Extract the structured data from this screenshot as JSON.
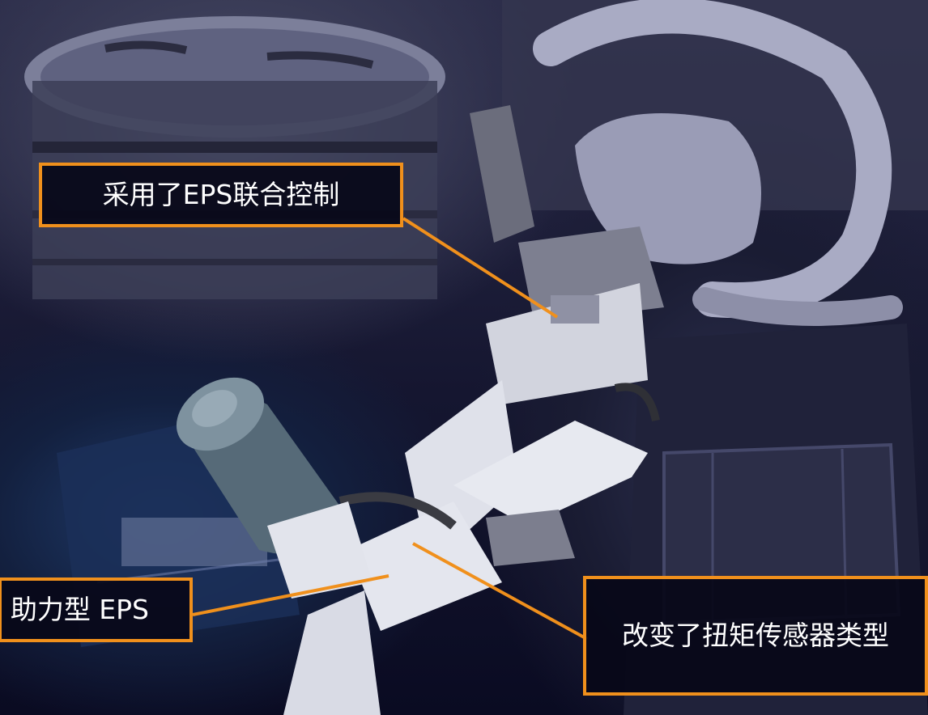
{
  "labels": {
    "eps_joint_control": "采用了EPS联合控制",
    "assist_type": "助力型 EPS",
    "torque_sensor": "改变了扭矩传感器类型"
  },
  "colors": {
    "frame_orange": "#f0901c",
    "background_navy": "#0a0b22",
    "label_text": "#ffffff"
  }
}
